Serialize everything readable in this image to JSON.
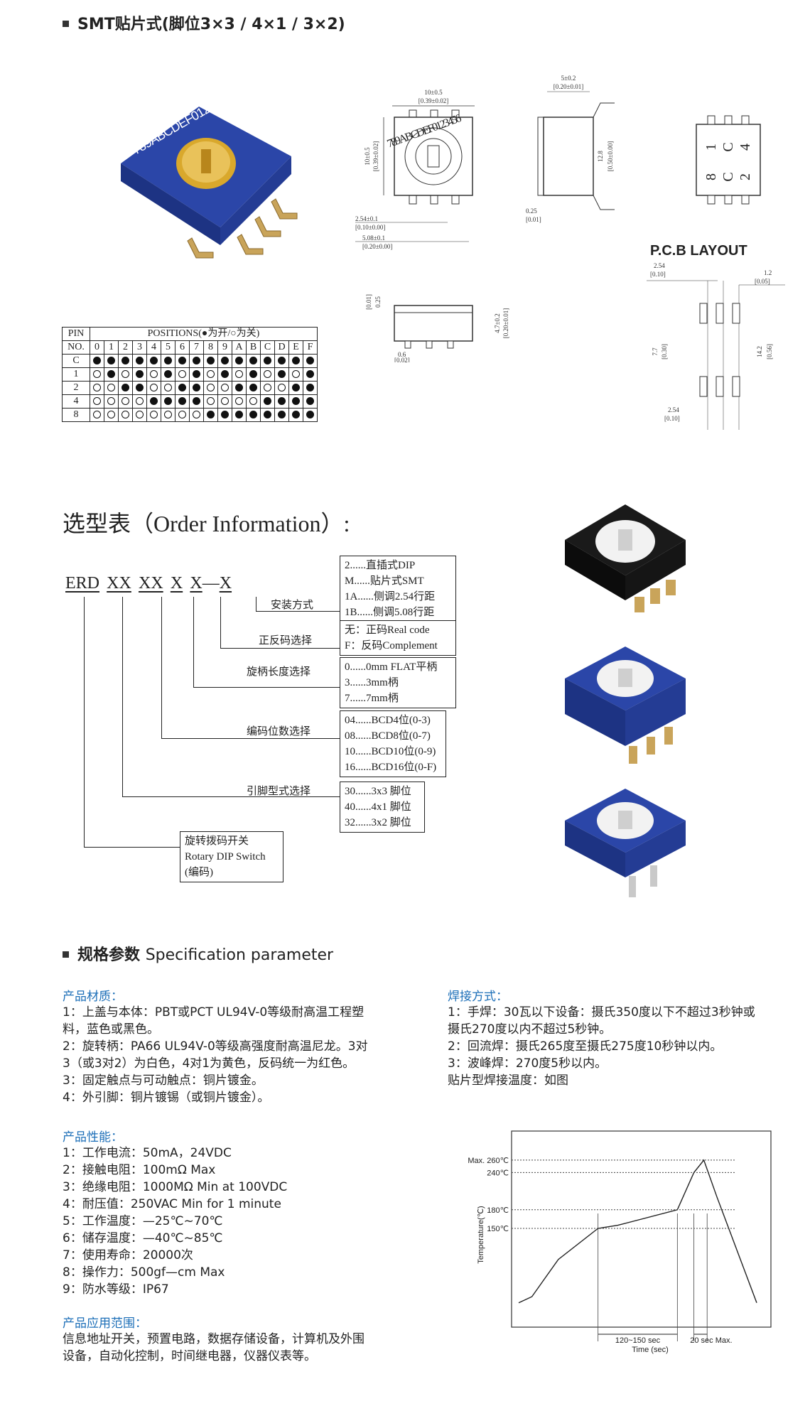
{
  "sections": {
    "smt_title": "SMT贴片式(脚位3×3 / 4×1 / 3×2)",
    "order_title": "选型表（Order Information）:",
    "spec_title_cn": "规格参数",
    "spec_title_en": "Specification parameter"
  },
  "pcb_layout_title": "P.C.B LAYOUT",
  "drawing_dims": {
    "top_width": "10±0.5",
    "top_width_in": "[0.39±0.02]",
    "top_height": "10±0.5",
    "top_height_in": "[0.39±0.02]",
    "pitch": "2.54±0.1",
    "pitch_in": "[0.10±0.00]",
    "span": "5.08±0.1",
    "span_in": "[0.20±0.00]",
    "side_w": "5±0.2",
    "side_w_in": "[0.20±0.01]",
    "side_h": "12.8",
    "side_h_in": "[0.50±0.00]",
    "lead_t": "0.25",
    "lead_t_in": "[0.01]",
    "front_t": "0.25",
    "front_t_in": "[0.01]",
    "front_h": "4.7±0.2",
    "front_h_in": "[0.20±0.01]",
    "front_pin": "0.6",
    "front_pin_in": "[0.02]",
    "pcb_pitch": "2.54",
    "pcb_pitch_in": "[0.10]",
    "pcb_pad": "1.2",
    "pcb_pad_in": "[0.05]",
    "pcb_row": "7.7",
    "pcb_row_in": "[0.30]",
    "pcb_total": "14.2",
    "pcb_total_in": "[0.56]",
    "pcb_pitch2": "2.54",
    "pcb_pitch2_in": "[0.10]"
  },
  "smt_pins": [
    "1",
    "C",
    "4",
    "8",
    "C",
    "2"
  ],
  "dial_chars": "789ABCDEF0123456",
  "positions_table": {
    "header_pin": "PIN",
    "header_no": "NO.",
    "header_positions": "POSITIONS(●为开/○为关)",
    "columns": [
      "0",
      "1",
      "2",
      "3",
      "4",
      "5",
      "6",
      "7",
      "8",
      "9",
      "A",
      "B",
      "C",
      "D",
      "E",
      "F"
    ],
    "rows": [
      {
        "label": "C",
        "states": [
          1,
          1,
          1,
          1,
          1,
          1,
          1,
          1,
          1,
          1,
          1,
          1,
          1,
          1,
          1,
          1
        ]
      },
      {
        "label": "1",
        "states": [
          0,
          1,
          0,
          1,
          0,
          1,
          0,
          1,
          0,
          1,
          0,
          1,
          0,
          1,
          0,
          1
        ]
      },
      {
        "label": "2",
        "states": [
          0,
          0,
          1,
          1,
          0,
          0,
          1,
          1,
          0,
          0,
          1,
          1,
          0,
          0,
          1,
          1
        ]
      },
      {
        "label": "4",
        "states": [
          0,
          0,
          0,
          0,
          1,
          1,
          1,
          1,
          0,
          0,
          0,
          0,
          1,
          1,
          1,
          1
        ]
      },
      {
        "label": "8",
        "states": [
          0,
          0,
          0,
          0,
          0,
          0,
          0,
          0,
          1,
          1,
          1,
          1,
          1,
          1,
          1,
          1
        ]
      }
    ]
  },
  "order": {
    "code": [
      "ERD",
      "XX",
      "XX",
      "X",
      "X",
      "X"
    ],
    "dash": "—",
    "labels": {
      "mount": "安装方式",
      "code_type": "正反码选择",
      "shaft": "旋柄长度选择",
      "bits": "编码位数选择",
      "pins": "引脚型式选择"
    },
    "mount_opts": [
      "2......直插式DIP",
      "M......贴片式SMT",
      "1A......侧调2.54行距",
      "1B......侧调5.08行距"
    ],
    "code_opts": [
      "无：正码Real code",
      "F：反码Complement"
    ],
    "shaft_opts": [
      "0......0mm FLAT平柄",
      "3......3mm柄",
      "7......7mm柄"
    ],
    "bits_opts": [
      "04......BCD4位(0-3)",
      "08......BCD8位(0-7)",
      "10......BCD10位(0-9)",
      "16......BCD16位(0-F)"
    ],
    "pin_opts": [
      "30......3x3 脚位",
      "40......4x1 脚位",
      "32......3x2 脚位"
    ],
    "product_box": [
      "旋转拨码开关",
      "Rotary DIP Switch",
      "(编码)"
    ]
  },
  "spec": {
    "material_head": "产品材质：",
    "material": [
      "1：上盖与本体：PBT或PCT UL94V-0等级耐高温工程塑",
      "料，蓝色或黑色。",
      "2：旋转柄：PA66 UL94V-0等级高强度耐高温尼龙。3对",
      "3（或3对2）为白色，4对1为黄色，反码统一为红色。",
      "3：固定触点与可动触点：铜片镀金。",
      "4：外引脚：铜片镀锡（或铜片镀金）。"
    ],
    "performance_head": "产品性能：",
    "performance": [
      "1：工作电流：50mA，24VDC",
      "2：接触电阻：100mΩ Max",
      "3：绝缘电阻：1000MΩ Min at 100VDC",
      "4：耐压值：250VAC Min for 1 minute",
      "5：工作温度：—25℃~70℃",
      "6：储存温度：—40℃~85℃",
      "7：使用寿命：20000次",
      "8：操作力：500gf—cm Max",
      "9：防水等级：IP67"
    ],
    "application_head": "产品应用范围：",
    "application": [
      "信息地址开关，预置电路，数据存储设备，计算机及外围",
      "设备，自动化控制，时间继电器，仪器仪表等。"
    ],
    "welding_head": "焊接方式：",
    "welding": [
      "1：手焊：30瓦以下设备：摄氏350度以下不超过3秒钟或",
      "摄氏270度以内不超过5秒钟。",
      "2：回流焊：摄氏265度至摄氏275度10秒钟以内。",
      "3：波峰焊：270度5秒以内。",
      "贴片型焊接温度：如图"
    ]
  },
  "chart_data": {
    "type": "line",
    "title": "",
    "xlabel": "Time (sec)",
    "ylabel": "Temperature(℃)",
    "y_ticks": [
      "Max. 260℃",
      "240℃",
      "180℃",
      "150℃"
    ],
    "y_tick_values": [
      260,
      240,
      180,
      150
    ],
    "x_annotations": [
      "120~150 sec",
      "20 sec Max."
    ],
    "series": [
      {
        "x": [
          0,
          20,
          60,
          120,
          150,
          240,
          265,
          280,
          300,
          360
        ],
        "y": [
          30,
          40,
          100,
          150,
          155,
          180,
          240,
          260,
          200,
          30
        ]
      }
    ],
    "ylim": [
      0,
      300
    ],
    "grid": false
  }
}
